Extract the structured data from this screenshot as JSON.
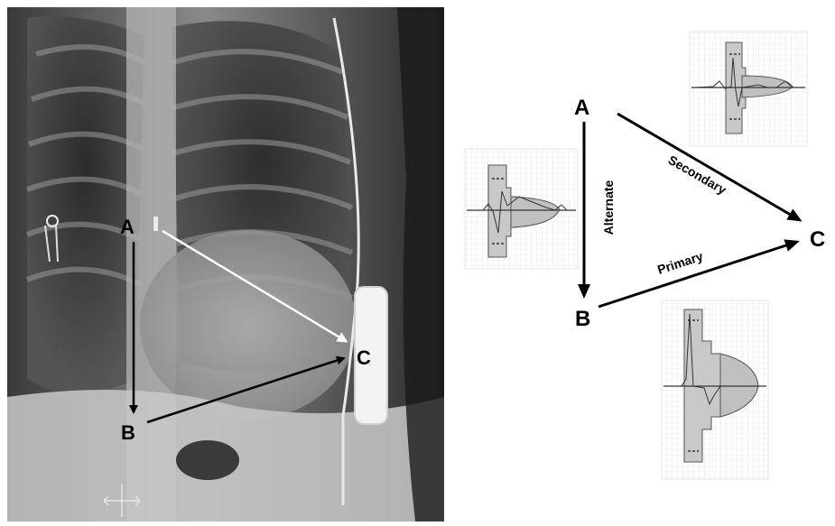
{
  "xray": {
    "points": {
      "a": "A",
      "b": "B",
      "c": "C"
    }
  },
  "schematic": {
    "points": {
      "a": "A",
      "b": "B",
      "c": "C"
    },
    "vectors": {
      "alternate": "Alternate",
      "secondary": "Secondary",
      "primary": "Primary"
    }
  },
  "colors": {
    "background": "#ffffff",
    "ink": "#000000",
    "waveform_fill": "#c8c8c8",
    "grid": "#cfd8e4"
  }
}
